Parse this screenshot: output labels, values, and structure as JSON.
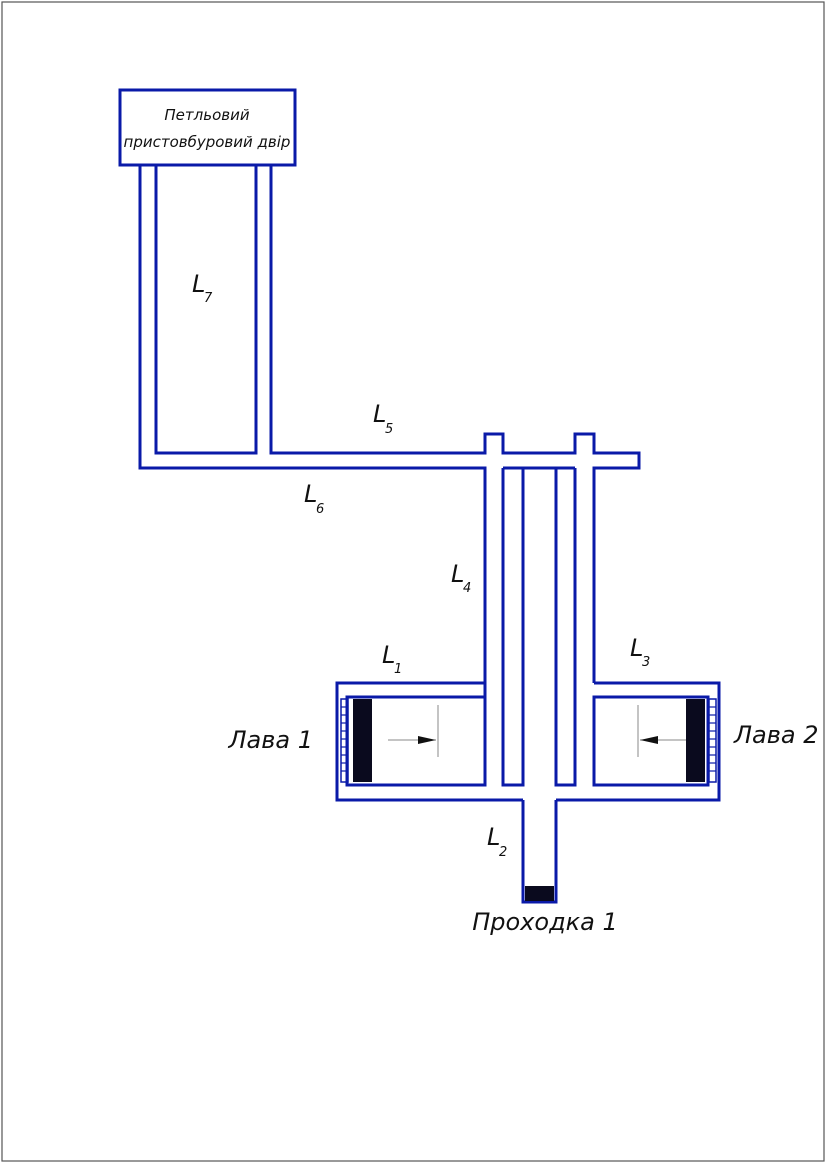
{
  "diagram": {
    "top_box_line1": "Петльовий",
    "top_box_line2": "пристовбуровий двір",
    "labels": {
      "L1": {
        "main": "L",
        "sub": "1"
      },
      "L2": {
        "main": "L",
        "sub": "2"
      },
      "L3": {
        "main": "L",
        "sub": "3"
      },
      "L4": {
        "main": "L",
        "sub": "4"
      },
      "L5": {
        "main": "L",
        "sub": "5"
      },
      "L6": {
        "main": "L",
        "sub": "6"
      },
      "L7": {
        "main": "L",
        "sub": "7"
      }
    },
    "lava1": "Лава 1",
    "lava2": "Лава 2",
    "prokhodka": "Проходка 1"
  },
  "colors": {
    "line": "#0a1aa8",
    "fill_dark": "#0a0a1e",
    "frame": "#555555"
  }
}
